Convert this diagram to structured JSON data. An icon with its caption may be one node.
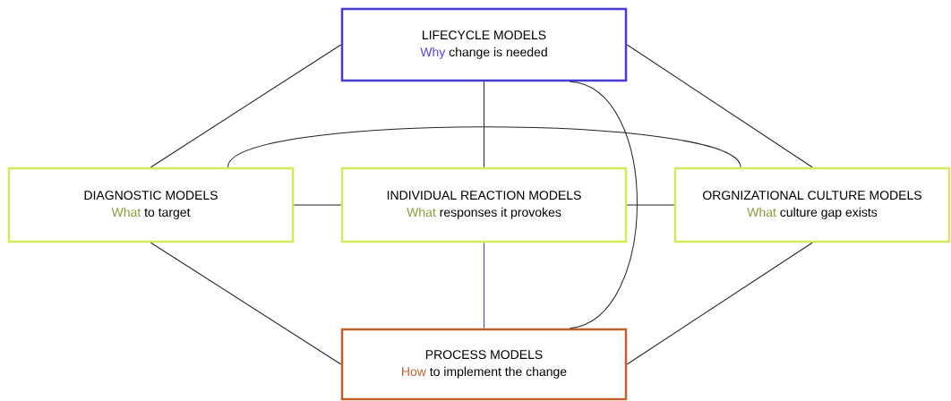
{
  "diagram": {
    "nodes": [
      {
        "text": [
          "LIFECYCLE MODELS",
          "Why",
          "change is needed"
        ]
      },
      {
        "text": [
          "DIAGNOSTIC MODELS",
          "What",
          "to target"
        ]
      },
      {
        "text": [
          "INDIVIDUAL REACTION MODELS",
          "What",
          "responses it provokes"
        ]
      },
      {
        "text": [
          "ORGNIZATIONAL CULTURE MODELS",
          "What",
          "culture gap exists"
        ]
      },
      {
        "text": [
          "PROCESS MODELS",
          "How",
          "to implement the change"
        ]
      }
    ],
    "edges": [
      {
        "from": 0,
        "to": 1,
        "arrow": "none"
      },
      {
        "from": 0,
        "to": 2,
        "arrow": "none"
      },
      {
        "from": 0,
        "to": 3,
        "arrow": "none"
      },
      {
        "from": 0,
        "to": 4,
        "arrow": "none"
      },
      {
        "from": 1,
        "to": 3,
        "arrow": "none"
      },
      {
        "from": 1,
        "to": 2,
        "arrow": "none"
      },
      {
        "from": 2,
        "to": 3,
        "arrow": "none"
      },
      {
        "from": 1,
        "to": 4,
        "arrow": "none"
      },
      {
        "from": 2,
        "to": 4,
        "arrow": "none",
        "color": "#4f3bd6"
      },
      {
        "from": 3,
        "to": 4,
        "arrow": "none"
      }
    ]
  }
}
